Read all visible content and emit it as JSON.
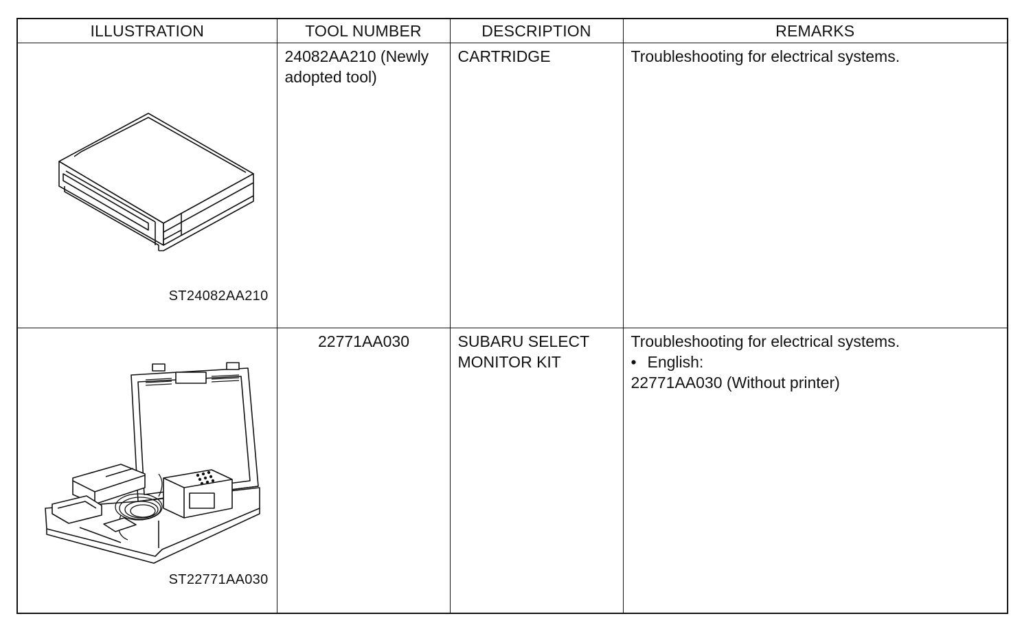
{
  "headers": {
    "illustration": "ILLUSTRATION",
    "tool_number": "TOOL NUMBER",
    "description": "DESCRIPTION",
    "remarks": "REMARKS"
  },
  "rows": [
    {
      "illustration_caption": "ST24082AA210",
      "illustration_icon": "cartridge-drawing",
      "tool_number": "24082AA210 (Newly adopted tool)",
      "description": "CARTRIDGE",
      "remarks": [
        "Troubleshooting for electrical systems."
      ]
    },
    {
      "illustration_caption": "ST22771AA030",
      "illustration_icon": "monitor-kit-case-drawing",
      "tool_number": "22771AA030",
      "description": "SUBARU SELECT MONITOR KIT",
      "remarks": [
        "Troubleshooting for electrical systems.",
        "English:",
        "22771AA030 (Without printer)"
      ],
      "remarks_bullet": "•"
    }
  ]
}
